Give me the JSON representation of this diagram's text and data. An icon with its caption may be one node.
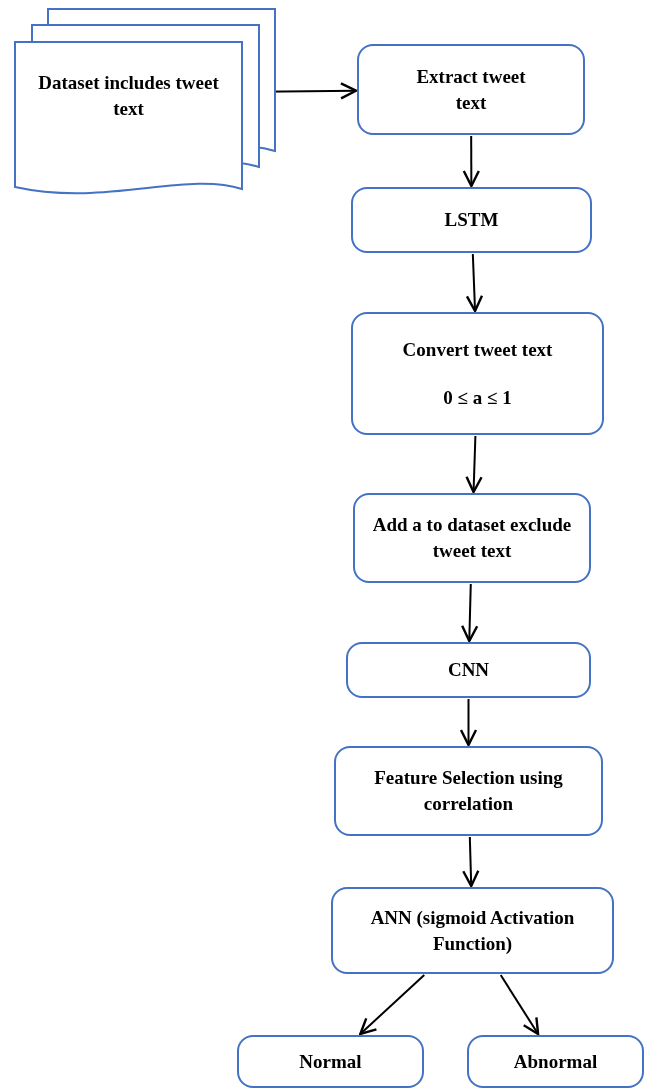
{
  "diagram": {
    "nodes": [
      {
        "text": [
          "Dataset includes tweet text"
        ]
      },
      {
        "text": [
          "Extract tweet text"
        ]
      },
      {
        "text": [
          "LSTM"
        ]
      },
      {
        "text": [
          "Convert tweet text",
          "0 ≤ a ≤ 1"
        ]
      },
      {
        "text": [
          "Add a to dataset exclude tweet text"
        ]
      },
      {
        "text": [
          "CNN"
        ]
      },
      {
        "text": [
          "Feature Selection using correlation"
        ]
      },
      {
        "text": [
          "ANN (sigmoid Activation Function)"
        ]
      },
      {
        "text": [
          "Normal"
        ]
      },
      {
        "text": [
          "Abnormal"
        ]
      }
    ],
    "edges": [
      {
        "from": 0,
        "to": 1,
        "arrow": "to"
      },
      {
        "from": 1,
        "to": 2,
        "arrow": "to"
      },
      {
        "from": 2,
        "to": 3,
        "arrow": "to"
      },
      {
        "from": 3,
        "to": 4,
        "arrow": "to"
      },
      {
        "from": 4,
        "to": 5,
        "arrow": "to"
      },
      {
        "from": 5,
        "to": 6,
        "arrow": "to"
      },
      {
        "from": 6,
        "to": 7,
        "arrow": "to"
      },
      {
        "from": 7,
        "to": 8,
        "arrow": "to"
      },
      {
        "from": 7,
        "to": 9,
        "arrow": "to"
      }
    ]
  }
}
